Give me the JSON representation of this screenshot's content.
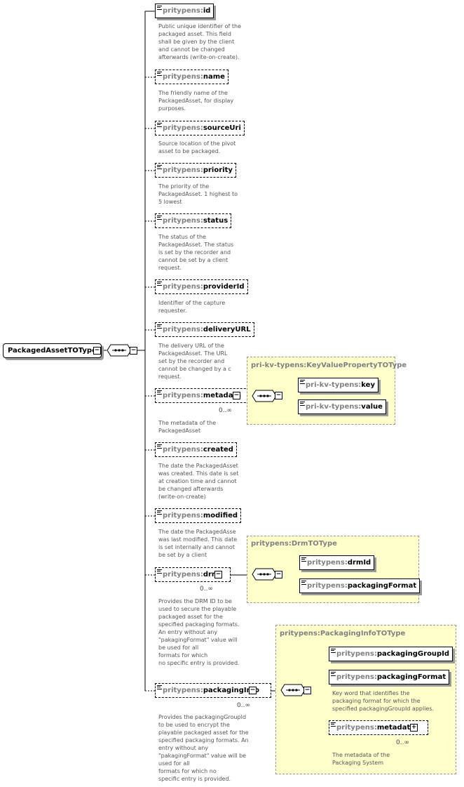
{
  "root": {
    "name": "PackagedAssetTOType"
  },
  "children": [
    {
      "prefix": "pritypens:",
      "name": "id",
      "optional": false,
      "description": "Public unique identifier of the\npackaged asset. This field\nshall be given by the client\nand cannot be changed\nafterwards (write-on-create)."
    },
    {
      "prefix": "pritypens:",
      "name": "name",
      "optional": true,
      "description": "The friendly name of the\nPackagedAsset, for display\npurposes."
    },
    {
      "prefix": "pritypens:",
      "name": "sourceUri",
      "optional": true,
      "description": "Source location of the pivot\nasset to be packaged."
    },
    {
      "prefix": "pritypens:",
      "name": "priority",
      "optional": true,
      "description": "The priority of the\nPackagedAsset. 1 highest to\n5 lowest"
    },
    {
      "prefix": "pritypens:",
      "name": "status",
      "optional": true,
      "description": "The status of the\nPackagedAsset. The status\nis set by the recorder and\ncannot be set by a client\nrequest."
    },
    {
      "prefix": "pritypens:",
      "name": "providerId",
      "optional": true,
      "description": "Identifier of the capture\nrequester."
    },
    {
      "prefix": "pritypens:",
      "name": "deliveryURL",
      "optional": true,
      "description": "The delivery URL of the\nPackagedAsset. The URL\nset by the recorder and\ncannot be changed by a c\nrequest."
    },
    {
      "prefix": "pritypens:",
      "name": "metadata",
      "optional": true,
      "cardinality": "0..∞",
      "description": "The metadata of the\nPackagedAsset"
    },
    {
      "prefix": "pritypens:",
      "name": "created",
      "optional": true,
      "description": "The date the PackagedAsset\nwas created. This date is set\nat creation time and cannot\nbe changed afterwards\n(write-on-create)"
    },
    {
      "prefix": "pritypens:",
      "name": "modified",
      "optional": true,
      "description": "The date the PackagedAsse\nwas last modified. This date\nis set internally and cannot\nbe set by a client"
    },
    {
      "prefix": "pritypens:",
      "name": "drm",
      "optional": true,
      "cardinality": "0..∞",
      "description": "Provides the DRM ID to be\nused to secure the playable\npackaged asset for the\nspecified packaging formats.\nAn entry without any\n\"pakagingFormat\" value will\nbe used for all\n            formats for which\nno specific entry is provided."
    },
    {
      "prefix": "pritypens:",
      "name": "packagingInfo",
      "optional": true,
      "cardinality": "0..∞",
      "description": "Provides the packagingGroupId\nto be used to encrypt the\nplayable packaged asset for the\nspecified packaging formats. An\nentry without any\n\"pakagingFormat\" value will be\nused for all\n            formats for which no\nspecific entry is provided."
    }
  ],
  "types": {
    "kv": {
      "title": "pri-kv-typens:KeyValuePropertyTOType",
      "items": [
        {
          "prefix": "pri-kv-typens:",
          "name": "key"
        },
        {
          "prefix": "pri-kv-typens:",
          "name": "value"
        }
      ]
    },
    "drm": {
      "title": "pritypens:DrmTOType",
      "items": [
        {
          "prefix": "pritypens:",
          "name": "drmId"
        },
        {
          "prefix": "pritypens:",
          "name": "packagingFormat"
        }
      ]
    },
    "pkg": {
      "title": "pritypens:PackagingInfoTOType",
      "items": [
        {
          "prefix": "pritypens:",
          "name": "packagingGroupId"
        },
        {
          "prefix": "pritypens:",
          "name": "packagingFormat",
          "description": "Key word that identifies the\npackaging format for which the\nspecified packagingGroupId applies."
        },
        {
          "prefix": "pritypens:",
          "name": "metadata",
          "cardinality": "0..∞",
          "description": "The metadata of the\nPackaging System"
        }
      ]
    }
  },
  "symbols": {
    "collapse": "−",
    "expand": "+"
  }
}
